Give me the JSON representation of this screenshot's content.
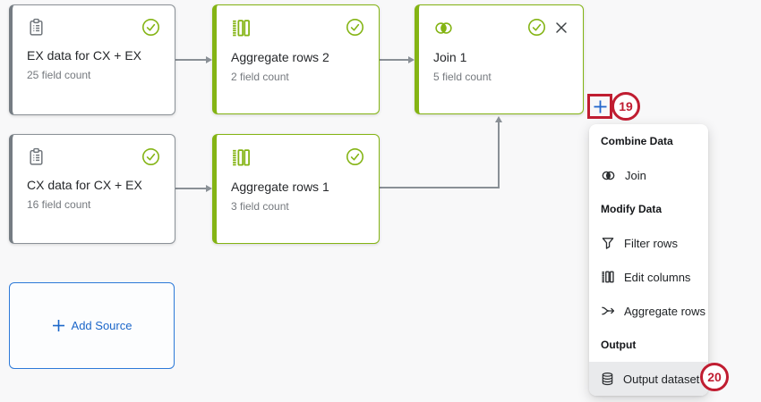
{
  "nodes": [
    {
      "title": "EX data for CX + EX",
      "subtitle": "25 field count",
      "icon": "clipboard-icon",
      "status": "complete"
    },
    {
      "title": "Aggregate rows 2",
      "subtitle": "2 field count",
      "icon": "edit-columns-icon",
      "status": "complete"
    },
    {
      "title": "Join 1",
      "subtitle": "5 field count",
      "icon": "join-icon",
      "status": "complete",
      "closable": true
    },
    {
      "title": "CX data for CX + EX",
      "subtitle": "16 field count",
      "icon": "clipboard-icon",
      "status": "complete"
    },
    {
      "title": "Aggregate rows 1",
      "subtitle": "3 field count",
      "icon": "edit-columns-icon",
      "status": "complete"
    }
  ],
  "add_source": {
    "label": "Add Source",
    "icon": "plus-icon"
  },
  "add_step": {
    "icon": "plus-icon"
  },
  "menu": {
    "sections": [
      {
        "header": "Combine Data",
        "items": [
          {
            "label": "Join",
            "icon": "join-icon"
          }
        ]
      },
      {
        "header": "Modify Data",
        "items": [
          {
            "label": "Filter rows",
            "icon": "filter-icon"
          },
          {
            "label": "Edit columns",
            "icon": "edit-columns-icon"
          },
          {
            "label": "Aggregate rows",
            "icon": "aggregate-rows-icon"
          }
        ]
      },
      {
        "header": "Output",
        "items": [
          {
            "label": "Output dataset",
            "icon": "database-icon",
            "highlighted": true
          }
        ]
      }
    ]
  },
  "annotations": {
    "badge_19": "19",
    "badge_20": "20"
  },
  "colors": {
    "green": "#84b414",
    "blue": "#1b66c9",
    "red": "#c01d31",
    "arrow": "#8a9096",
    "gray_border": "#8b9197",
    "text_dark": "#26282b",
    "text_muted": "#75797e"
  }
}
